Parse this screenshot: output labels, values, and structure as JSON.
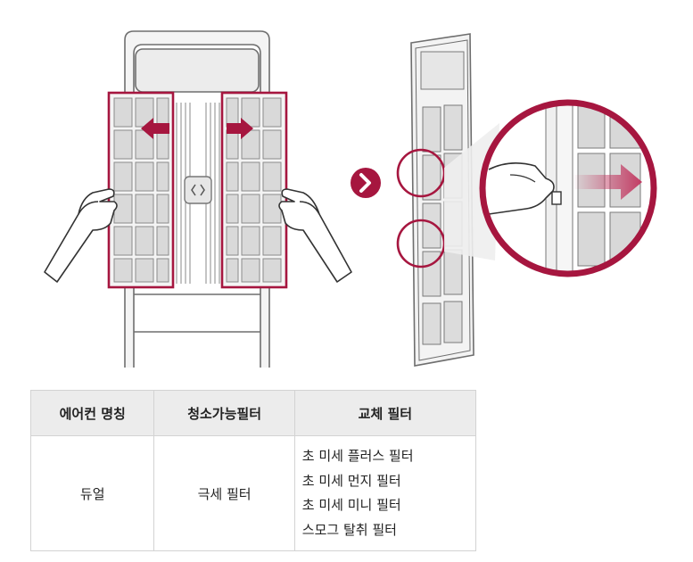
{
  "table": {
    "headers": [
      "에어컨 명칭",
      "청소가능필터",
      "교체 필터"
    ],
    "row": {
      "name": "듀얼",
      "cleanable_filter": "극세 필터",
      "replacement_filters": [
        "초 미세 플러스 필터",
        "초 미세 먼지 필터",
        "초 미세 미니 필터",
        "스모그 탈취 필터"
      ]
    }
  },
  "colors": {
    "accent": "#a6163f",
    "line": "#6e6e6e",
    "header_bg": "#ececec"
  },
  "icons": [
    "left-arrow-icon",
    "right-arrow-icon",
    "next-step-chevron-icon",
    "slide-out-arrow-icon"
  ]
}
